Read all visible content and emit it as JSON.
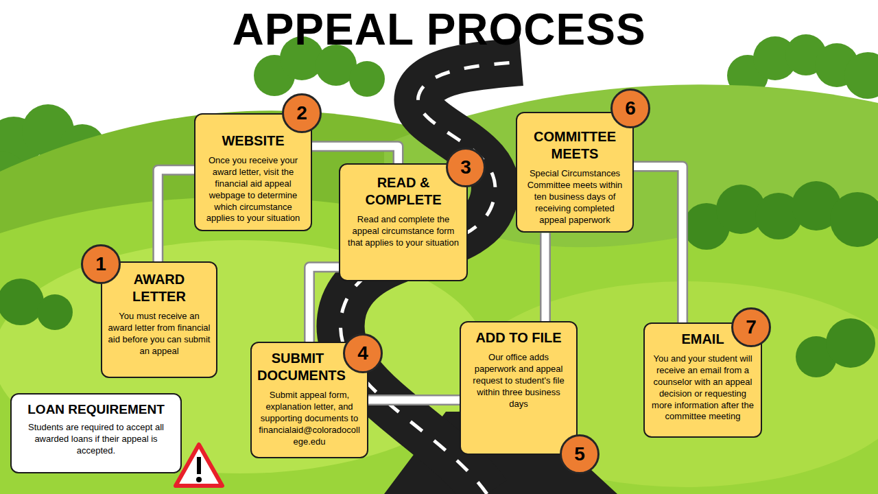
{
  "diagram": {
    "title": "APPEAL PROCESS",
    "nodes": [
      {
        "text": [
          "AWARD LETTER",
          "You must receive an award letter from financial aid before you can submit an appeal"
        ]
      },
      {
        "text": [
          "1"
        ],
        "in": 0
      },
      {
        "text": [
          "WEBSITE",
          "Once you receive your award letter, visit the financial aid appeal webpage to determine which circumstance applies to your situation"
        ]
      },
      {
        "text": [
          "2"
        ],
        "in": 2
      },
      {
        "text": [
          "READ & COMPLETE",
          "Read and complete the appeal circumstance form that applies to your situation"
        ]
      },
      {
        "text": [
          "3"
        ],
        "in": 4
      },
      {
        "text": [
          "SUBMIT DOCUMENTS",
          "Submit appeal form, explanation letter, and supporting documents to financialaid@coloradocollege.edu"
        ]
      },
      {
        "text": [
          "4"
        ],
        "in": 6
      },
      {
        "text": [
          "ADD TO FILE",
          "Our office adds paperwork and appeal request to student's file within three business days"
        ]
      },
      {
        "text": [
          "5"
        ],
        "in": 8
      },
      {
        "text": [
          "COMMITTEE MEETS",
          "Special Circumstances Committee meets within ten business days of receiving completed appeal paperwork"
        ]
      },
      {
        "text": [
          "6"
        ],
        "in": 10
      },
      {
        "text": [
          "EMAIL",
          "You and your student will receive an email from a counselor with an appeal decision or requesting more information after the committee meeting"
        ]
      },
      {
        "text": [
          "7"
        ],
        "in": 12
      },
      {
        "text": [
          "LOAN REQUIREMENT",
          "Students are required to accept all awarded loans if their appeal is accepted."
        ]
      }
    ],
    "edges": [
      {
        "from": 0,
        "to": 2,
        "arrow": "none"
      },
      {
        "from": 2,
        "to": 4,
        "arrow": "none"
      },
      {
        "from": 4,
        "to": 6,
        "arrow": "none"
      },
      {
        "from": 6,
        "to": 8,
        "arrow": "none"
      },
      {
        "from": 8,
        "to": 10,
        "arrow": "none"
      },
      {
        "from": 10,
        "to": 12,
        "arrow": "none"
      }
    ]
  }
}
